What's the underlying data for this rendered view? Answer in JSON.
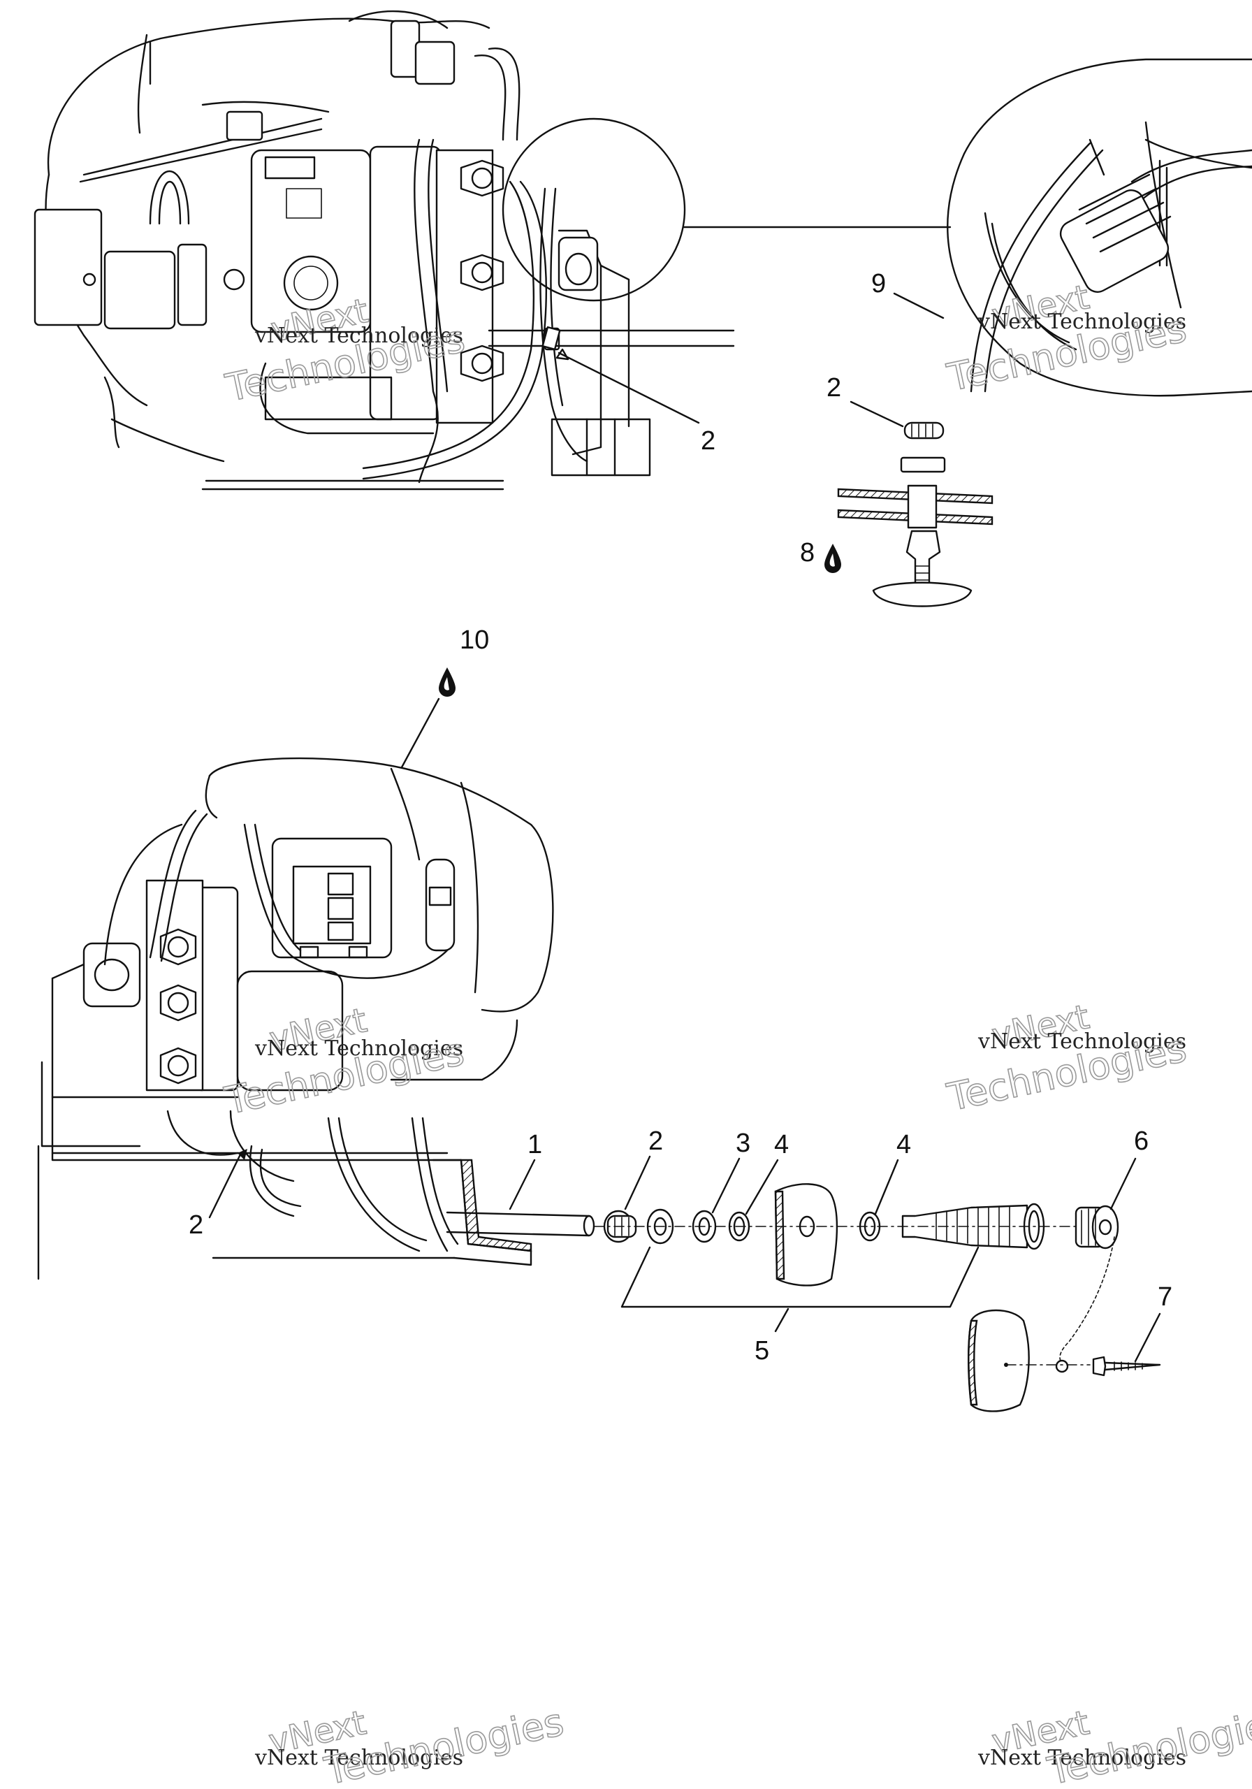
{
  "callouts": {
    "top_left_2": "2",
    "detail_9": "9",
    "detail_2": "2",
    "detail_8": "8",
    "label_10": "10",
    "bottom_1": "1",
    "bottom_2_clamp": "2",
    "bottom_3": "3",
    "bottom_4_left": "4",
    "bottom_4_right": "4",
    "bottom_5": "5",
    "bottom_6": "6",
    "bottom_7": "7",
    "bottom_2_left": "2"
  },
  "watermark": {
    "line1": "vNext",
    "line2": "vNext Technologies",
    "line3": "Technologies"
  },
  "icons": {
    "sealant": "drop-icon"
  },
  "colors": {
    "ink": "#111111",
    "watermark": "#9a9a9a",
    "background": "#ffffff"
  }
}
